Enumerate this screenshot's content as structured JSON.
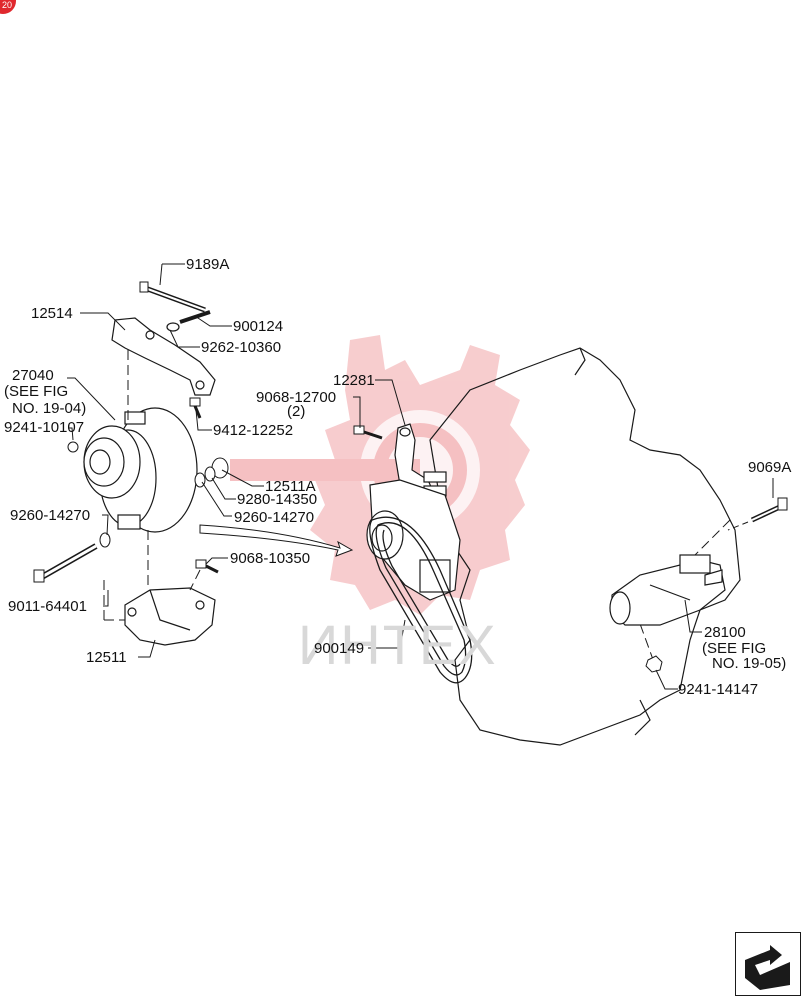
{
  "page_badge": "20",
  "watermark": "ИНТЕХ",
  "labels": {
    "p9189A": "9189A",
    "p12514": "12514",
    "p900124": "900124",
    "p9262_10360": "9262-10360",
    "p27040_a": "27040",
    "p27040_b": "(SEE FIG",
    "p27040_c": "NO. 19-04)",
    "p9241_10107": "9241-10107",
    "p9412_12252": "9412-12252",
    "p12511A": "12511A",
    "p9280_14350": "9280-14350",
    "p9260_14270_r": "9260-14270",
    "p9260_14270_l": "9260-14270",
    "p9068_10350": "9068-10350",
    "p9011_64401": "9011-64401",
    "p12511": "12511",
    "p12281": "12281",
    "p9068_12700": "9068-12700",
    "p9068_12700_qty": "(2)",
    "p9069A": "9069A",
    "p900149": "900149",
    "p28100_a": "28100",
    "p28100_b": "(SEE FIG",
    "p28100_c": "NO. 19-05)",
    "p9241_14147": "9241-14147"
  },
  "colors": {
    "line": "#1a1a1a",
    "watermark_red": "#f4b6b8",
    "watermark_gray": "#d8d8d8",
    "badge": "#e0282e"
  },
  "icons": [
    "alternator",
    "starter-motor",
    "engine-block",
    "v-belt",
    "next-page-icon"
  ]
}
